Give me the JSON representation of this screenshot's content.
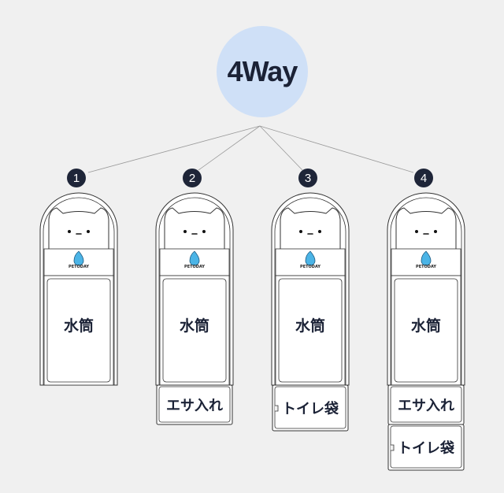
{
  "hub": {
    "label": "4Way"
  },
  "brand": "PETODAY",
  "options": [
    {
      "number": "1",
      "main": "水筒",
      "accessories": []
    },
    {
      "number": "2",
      "main": "水筒",
      "accessories": [
        "エサ入れ"
      ]
    },
    {
      "number": "3",
      "main": "水筒",
      "accessories": [
        "トイレ袋"
      ]
    },
    {
      "number": "4",
      "main": "水筒",
      "accessories": [
        "エサ入れ",
        "トイレ袋"
      ]
    }
  ],
  "colors": {
    "background": "#f0f0f0",
    "hub": "#cfe0f7",
    "badge": "#1e2538",
    "drop": "#4bb4e6"
  }
}
